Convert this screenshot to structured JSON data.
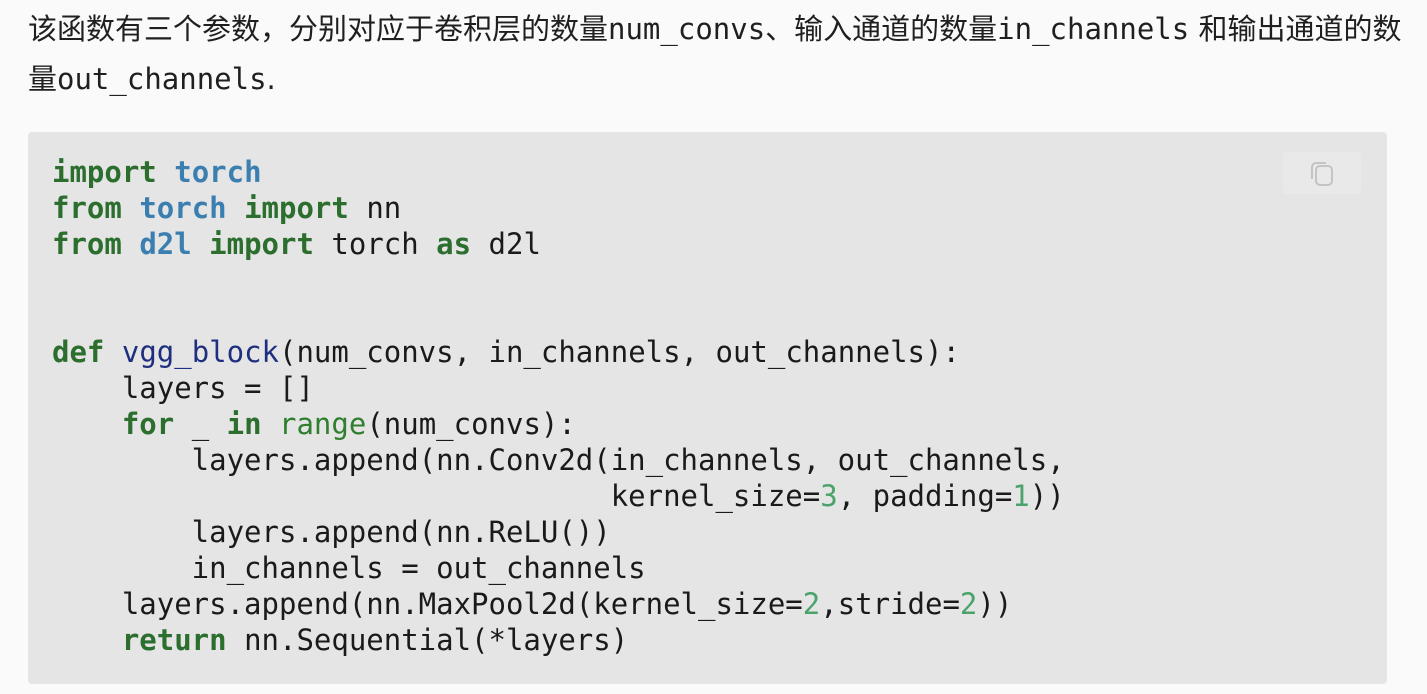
{
  "intro": {
    "part1": "该函数有三个参数，分别对应于卷积层的数量",
    "code1": "num_convs",
    "part2": "、输入通道的数量",
    "code2": "in_channels",
    "part3": " 和输出通道的数量",
    "code3": "out_channels",
    "part4": "."
  },
  "code_block": {
    "copy_icon": "copy-icon",
    "tokens": {
      "kw_import": "import",
      "kw_from": "from",
      "kw_as": "as",
      "kw_def": "def",
      "kw_for": "for",
      "kw_in": "in",
      "kw_return": "return",
      "mod_torch": "torch",
      "mod_d2l": "d2l",
      "name_nn": "nn",
      "fn_name": "vgg_block",
      "builtin_range": "range"
    },
    "lines": {
      "l3_tail": " torch ",
      "l3_end": " d2l",
      "l6_rest": "(num_convs, in_channels, out_channels):",
      "l7": "    layers = []",
      "l8_mid": " _ ",
      "l8_end": "(num_convs):",
      "l9": "        layers.append(nn.Conv2d(in_channels, out_channels,",
      "l10_a": "                                kernel_size=",
      "l10_n1": "3",
      "l10_b": ", padding=",
      "l10_n2": "1",
      "l10_c": "))",
      "l11": "        layers.append(nn.ReLU())",
      "l12": "        in_channels = out_channels",
      "l13_a": "    layers.append(nn.MaxPool2d(kernel_size=",
      "l13_n1": "2",
      "l13_b": ",stride=",
      "l13_n2": "2",
      "l13_c": "))",
      "l14_rest": " nn.Sequential(*layers)"
    }
  },
  "colors": {
    "keyword": "#2c6e2e",
    "module": "#3b7fb0",
    "function": "#1e2f80",
    "number": "#4aa36a",
    "code_bg": "#e5e5e5"
  }
}
